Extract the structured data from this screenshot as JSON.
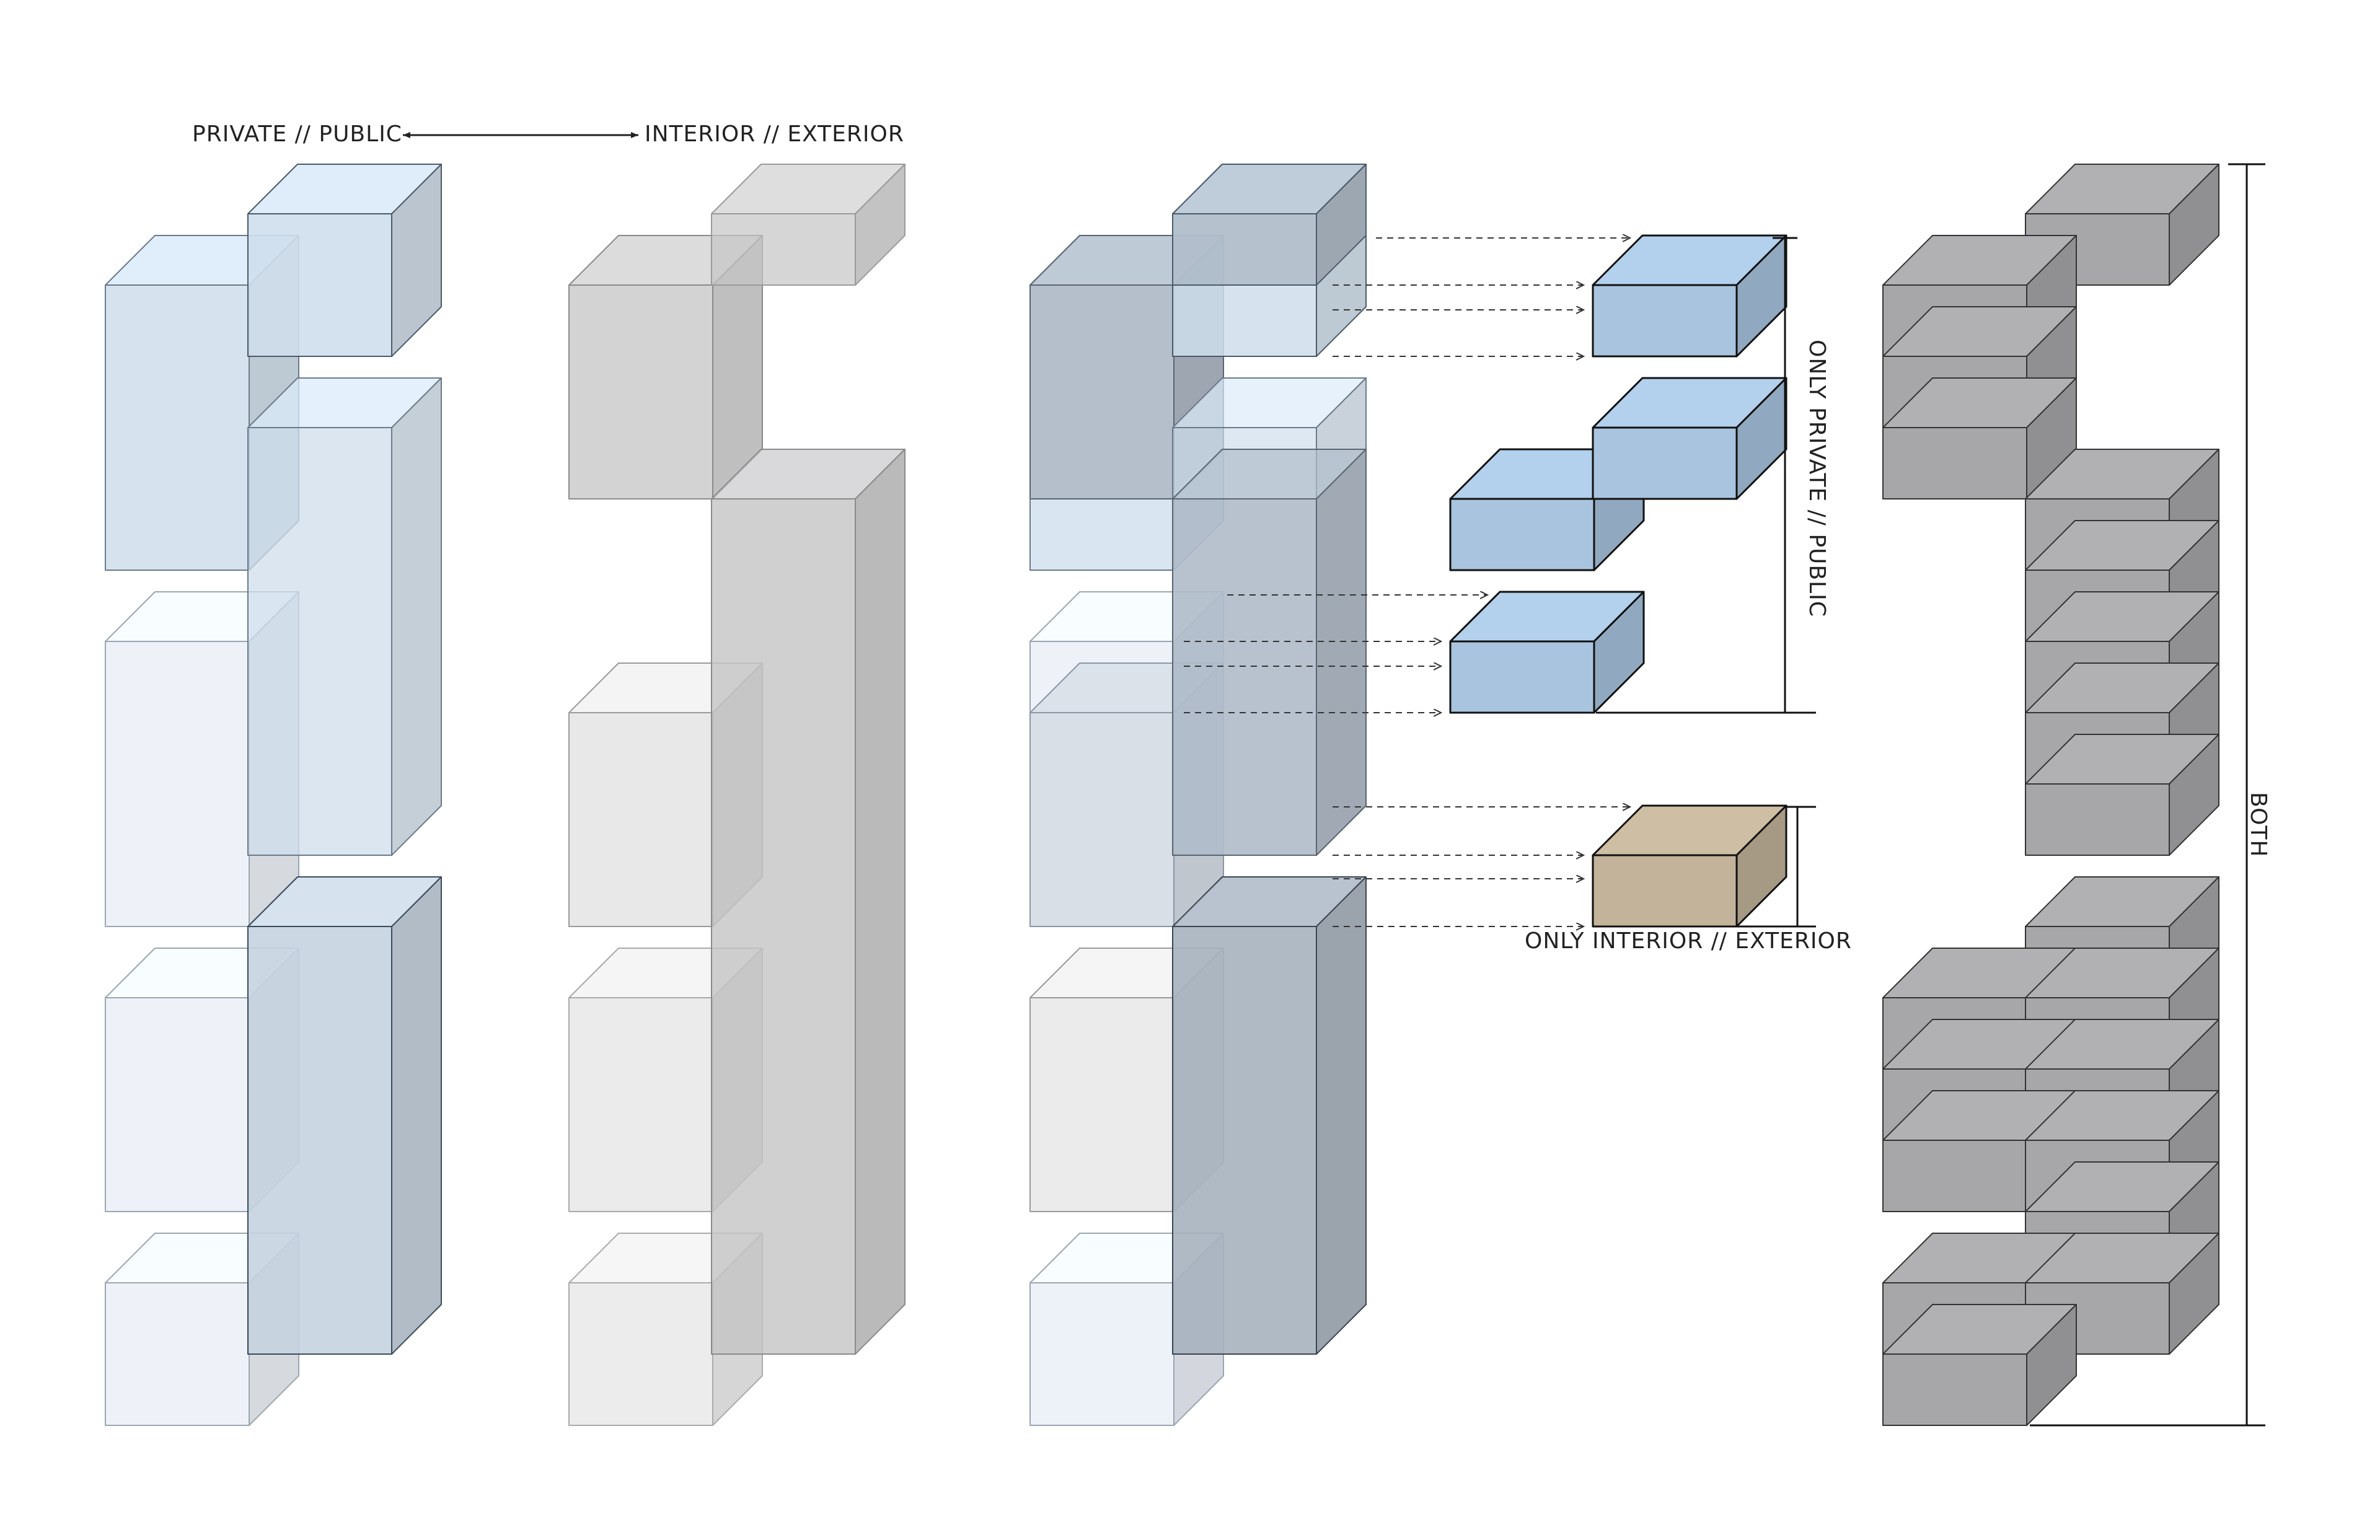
{
  "labels": {
    "left_pole": "PRIVATE // PUBLIC",
    "right_pole": "INTERIOR // EXTERIOR",
    "only_private_public": "ONLY PRIVATE // PUBLIC",
    "only_interior_exterior": "ONLY INTERIOR // EXTERIOR",
    "both": "BOTH"
  },
  "colors": {
    "blue_fill": "#cfdeec",
    "blue_light_fill": "#e8eef6",
    "blue_solid_fill": "#a9c4df",
    "grey_fill": "#c4c4c6",
    "grey_light_fill": "#e4e4e4",
    "overlay_fill": "#a7b2bf",
    "tan_fill": "#c2b39a",
    "dark_grey_fill": "#a7a7aa",
    "stroke": "#333333"
  },
  "diagrams": [
    {
      "key": "private-public-massing",
      "description_visible": false
    },
    {
      "key": "interior-exterior-massing",
      "description_visible": false
    },
    {
      "key": "overlay-massing",
      "description_visible": false
    },
    {
      "key": "extracted-volumes",
      "description_visible": false
    },
    {
      "key": "both-stack",
      "description_visible": false
    }
  ]
}
